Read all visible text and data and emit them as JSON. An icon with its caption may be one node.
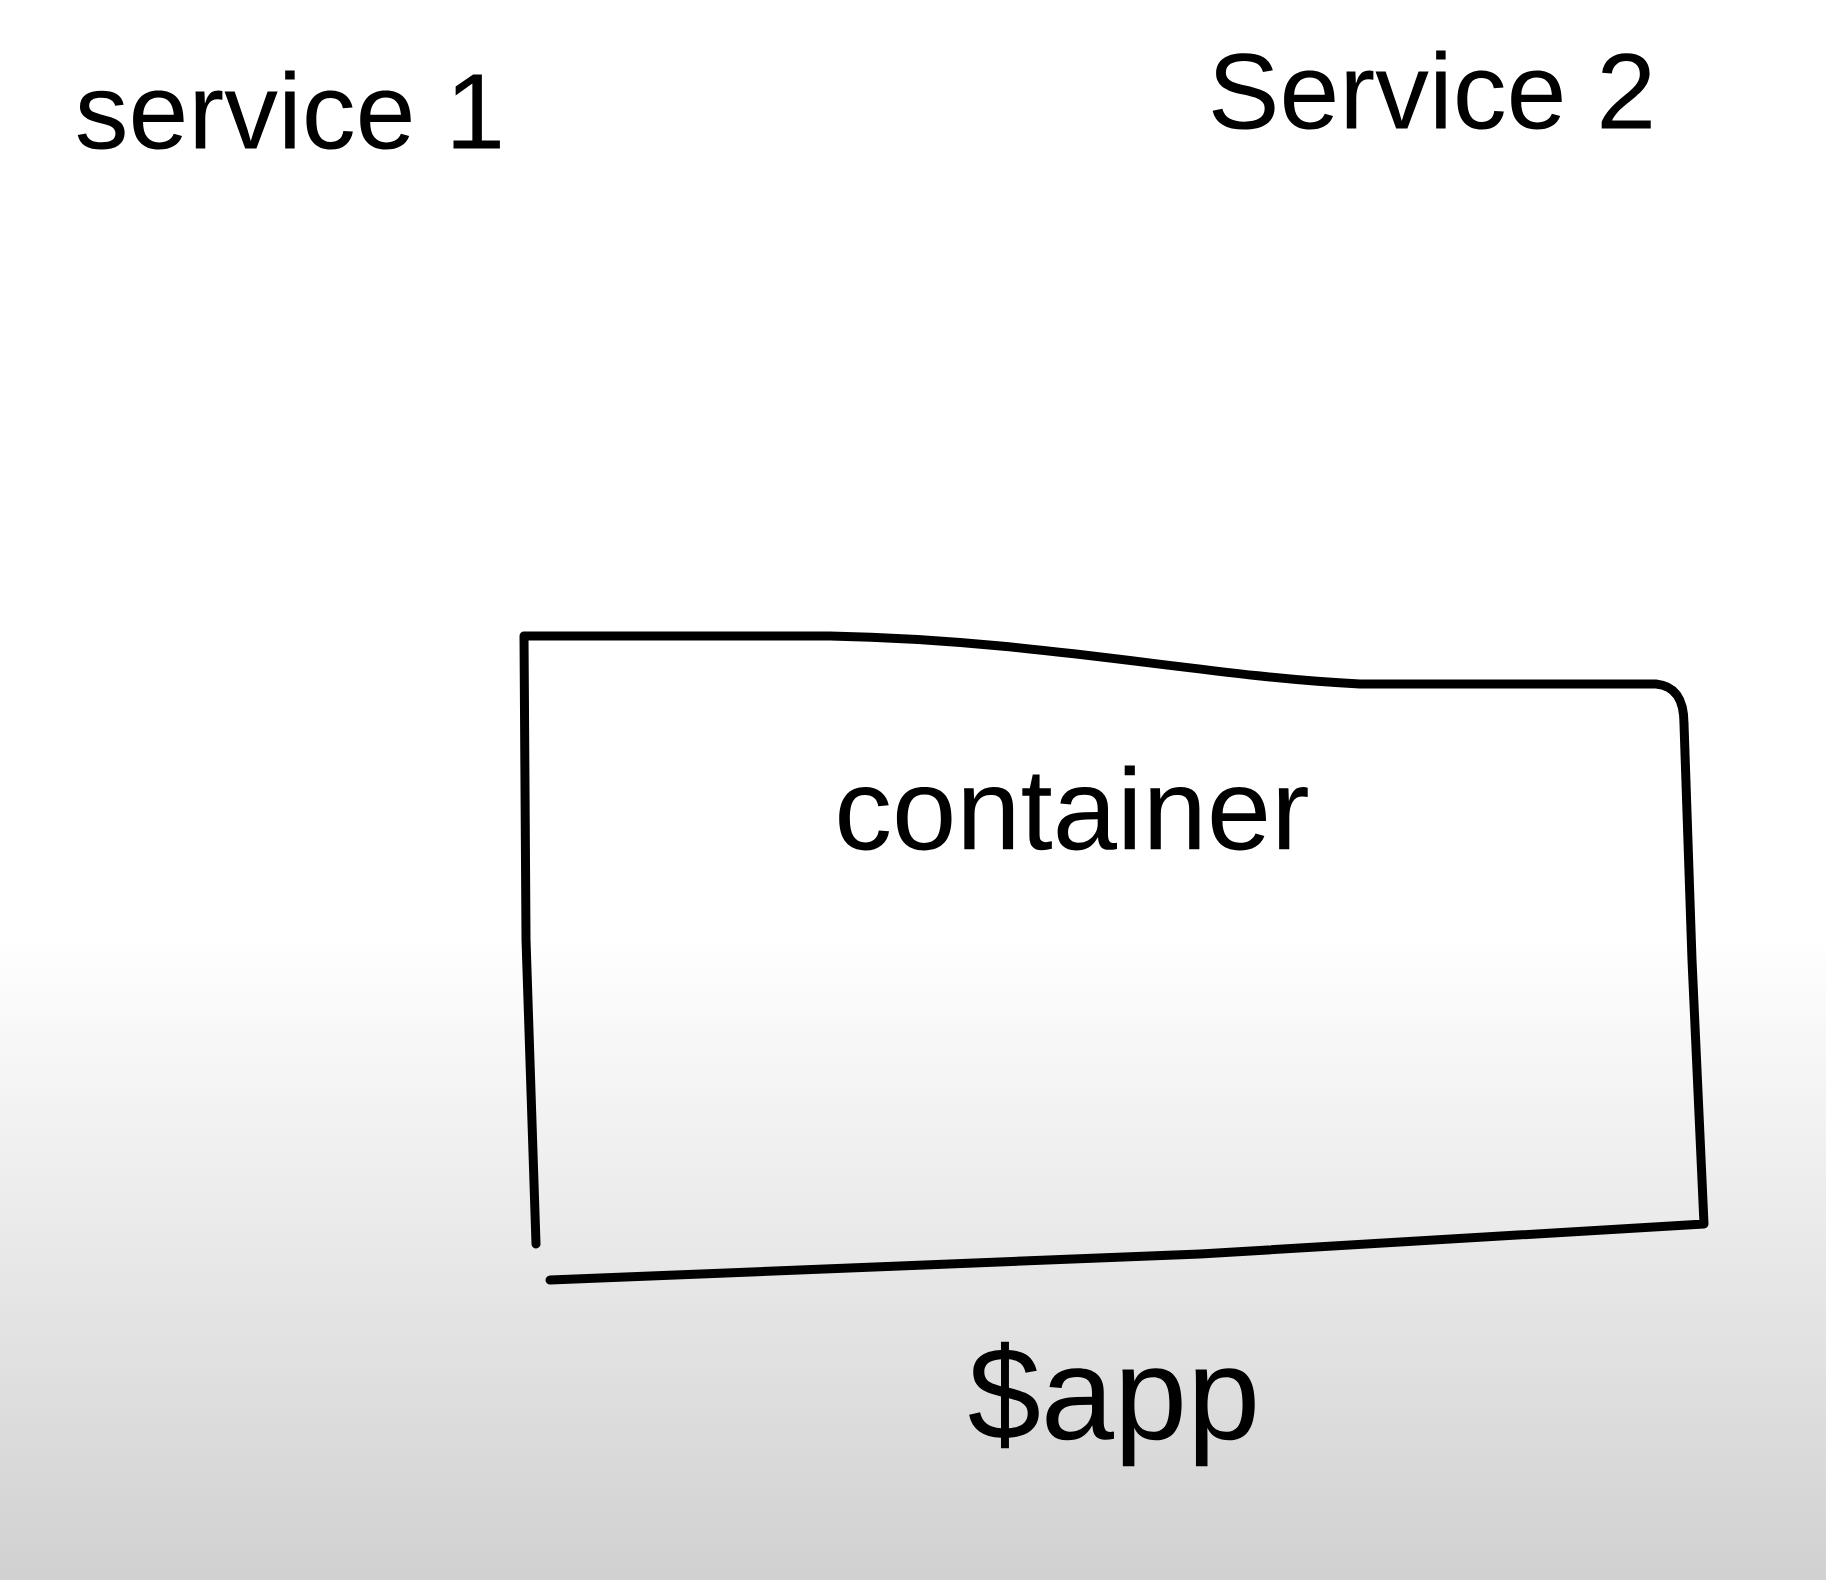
{
  "diagram": {
    "nodes": [
      {
        "text": [
          "container"
        ],
        "beside": [
          "$app"
        ]
      }
    ],
    "labels": [
      "service 1",
      "Service 2"
    ]
  }
}
